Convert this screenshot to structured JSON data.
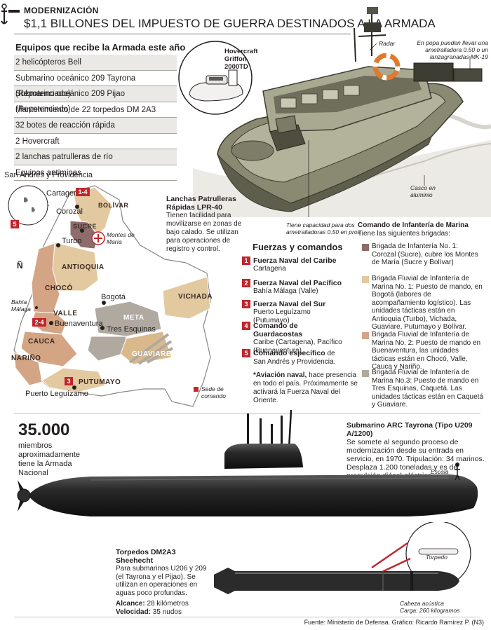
{
  "header": {
    "kicker": "MODERNIZACIÓN",
    "headline": "$1,1 BILLONES DEL IMPUESTO DE GUERRA DESTINADOS A LA ARMADA"
  },
  "equipment": {
    "title": "Equipos que recibe la Armada este año",
    "items": [
      "2 helicópteros Bell",
      "Submarino oceánico 209 Tayrona (Repotenciado)",
      "Submarino oceánico 209 Pijao (Repotenciado)",
      "Mantenimiento de 22 torpedos DM 2A3",
      "32 botes de reacción rápida",
      "2 Hovercraft",
      "2 lanchas patrulleras de río",
      "Equipos antiminas"
    ]
  },
  "hovercraft": {
    "label_line1": "Hovercraft",
    "label_line2": "Griffon 2000TD"
  },
  "boat": {
    "radar": "Radar",
    "stern_note": "En popa pueden llevar una ametralladora 0.50 o un lanzagranadas MK-19",
    "hull": "Casco en aluminio",
    "bow_note": "Tiene capacidad para dos ametralladoras 0.50 en proa"
  },
  "lanchas": {
    "title": "Lanchas Patrulleras Rápidas  LPR-40",
    "text": "Tienen facilidad para movilizarse en zonas de bajo calado. Se utilizan para operaciones de registro y control."
  },
  "map": {
    "islands": "San Andrés y Providencia",
    "north": "Ñ",
    "cities": {
      "cartagena": "Cartagena",
      "corozal": "Corozal",
      "turbo": "Turbo",
      "bogota": "Bogotá",
      "buenaventura": "Buenaventura",
      "tres_esquinas": "Tres Esquinas",
      "puerto_leguizamo": "Puerto Leguízamo",
      "bahia_malaga": "Bahía Málaga",
      "montes_maria": "Montes de María"
    },
    "departments": {
      "bolivar": "BOLÍVAR",
      "sucre": "SUCRE",
      "antioquia": "ANTIOQUIA",
      "choco": "CHOCÓ",
      "valle": "VALLE",
      "cauca": "CAUCA",
      "narino": "NARIÑO",
      "meta": "META",
      "vichada": "VICHADA",
      "guaviare": "GUAVIARE",
      "putumayo": "PUTUMAYO"
    },
    "markers": {
      "m1": "1-4",
      "m2": "2-4",
      "m3": "3",
      "m5": "5"
    },
    "legend": "Sede de comando"
  },
  "fuerzas": {
    "title": "Fuerzas y comandos",
    "items": [
      {
        "num": "1",
        "title": "Fuerza Naval del Caribe",
        "text": "Cartagena"
      },
      {
        "num": "2",
        "title": "Fuerza Naval del Pacífico",
        "text": "Bahía Málaga (Valle)"
      },
      {
        "num": "3",
        "title": "Fuerza Naval del Sur",
        "text": "Puerto Leguízamo (Putumayo)"
      },
      {
        "num": "4",
        "title": "Comando de Guardacostas",
        "text": "Caribe (Cartagena), Pacífico (Buenaventura)"
      },
      {
        "num": "5",
        "title": "Comando específico",
        "text": " de San Andrés y Providencia."
      }
    ],
    "aviation_title": "*Aviación naval,",
    "aviation_text": " hace presencia en todo el país. Próximamente se activará la Fuerza Naval del Oriente."
  },
  "infanteria": {
    "title": "Comando de Infantería de Marina",
    "subtitle": "Tiene las siguientes brigadas:",
    "brigades": [
      {
        "color": "#8d6c6c",
        "text": "Brigada de Infantería No. 1: Corozal (Sucre), cubre los Montes de María (Sucre y Bolívar)"
      },
      {
        "color": "#e3c9a0",
        "text": "Brigada Fluvial de Infantería de Marina No. 1: Puesto de mando, en Bogotá (labores de acompañamiento logístico). Las unidades tácticas están en Antioquia (Turbo), Vichada, Guaviare, Putumayo y Bolívar."
      },
      {
        "color": "#d4a585",
        "text": "Brigada Fluvial de Infantería de Marina No. 2: Puesto de mando en Buenaventura, las unidades tácticas están en Chocó, Valle, Cauca y Nariño."
      },
      {
        "color": "#b0a9a0",
        "text": "Brigada Fluvial de Infantería de Marina No.3: Puesto de mando en Tres Esquinas, Caquetá. Las unidades tácticas están en Caquetá y Guaviare."
      }
    ]
  },
  "personnel": {
    "number": "35.000",
    "text": "miembros aproximadamente tiene la Armada Nacional"
  },
  "submarine": {
    "title": "Submarino ARC Tayrona (Tipo U209 A/1200)",
    "text": "Se somete al segundo proceso de modernización desde su entrada en servicio, en 1970. Tripulación: 34 marinos. Desplaza 1.200 toneladas y es de propulsión diésel-eléctrica.",
    "scale": "Escala"
  },
  "torpedo": {
    "title": "Torpedos DM2A3 Sheehecht",
    "text": "Para submarinos U206 y 209 (el Tayrona y el Pijao). Se utilizan en operaciones en aguas poco profundas.",
    "range_label": "Alcance:",
    "range_value": " 28 kilómetros",
    "speed_label": "Velocidad:",
    "speed_value": " 35 nudos",
    "inset_label": "Torpedo",
    "head_line1": "Cabeza acústica",
    "head_line2": "Carga: 260 kilogramos"
  },
  "footer": "Fuente: Ministerio de Defensa. Gráfico: Ricardo Ramírez P. (N3)"
}
